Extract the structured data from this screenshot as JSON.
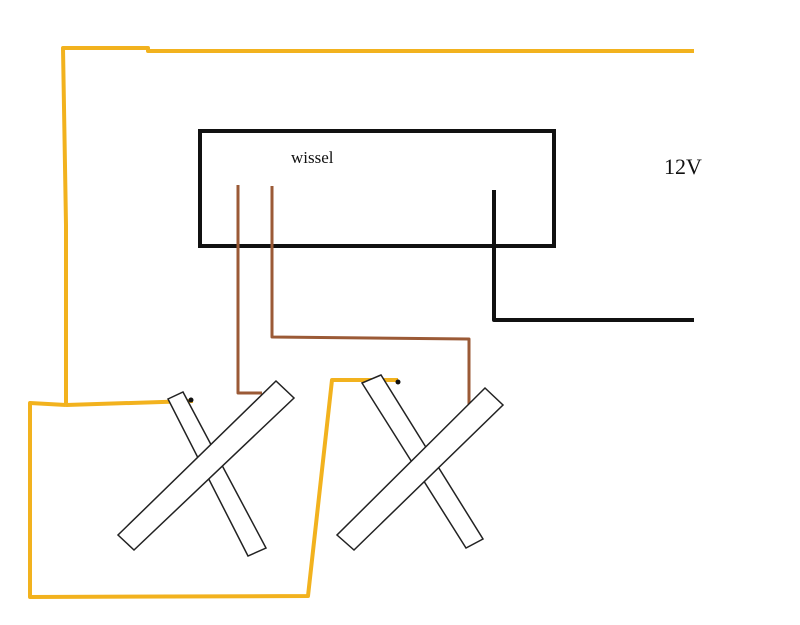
{
  "labels": {
    "switch_box": "wissel",
    "voltage": "12V"
  },
  "colors": {
    "background": "#ffffff",
    "power_wire": "#f2b21e",
    "control_wire": "#9b5a36",
    "ground_wire": "#111111",
    "box_outline": "#111111",
    "coil_fill": "#ffffff",
    "coil_stroke": "#222222"
  },
  "components": [
    {
      "id": "switch-box",
      "kind": "rectangle"
    },
    {
      "id": "coil-left",
      "kind": "crossed-coil"
    },
    {
      "id": "coil-right",
      "kind": "crossed-coil"
    },
    {
      "id": "wire-yellow-top",
      "kind": "power-wire"
    },
    {
      "id": "wire-yellow-loop",
      "kind": "power-wire"
    },
    {
      "id": "wire-brown-left",
      "kind": "control-wire"
    },
    {
      "id": "wire-brown-right",
      "kind": "control-wire"
    },
    {
      "id": "wire-black",
      "kind": "ground-wire"
    }
  ]
}
